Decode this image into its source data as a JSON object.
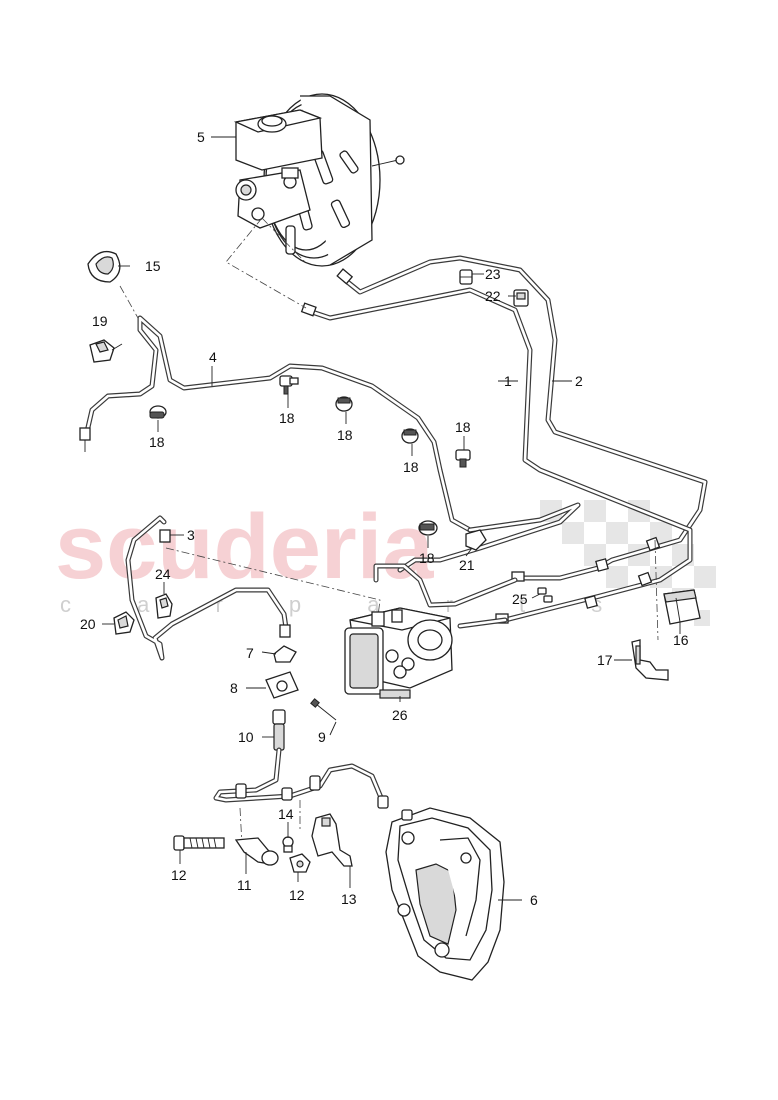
{
  "watermark": {
    "brand": "scuderia",
    "sub": "c a r   p a r t s"
  },
  "callouts": {
    "c1": "1",
    "c2": "2",
    "c3": "3",
    "c4": "4",
    "c5": "5",
    "c6": "6",
    "c7": "7",
    "c8": "8",
    "c9": "9",
    "c10": "10",
    "c11": "11",
    "c12a": "12",
    "c12b": "12",
    "c13": "13",
    "c14": "14",
    "c15": "15",
    "c16": "16",
    "c17": "17",
    "c18a": "18",
    "c18b": "18",
    "c18c": "18",
    "c18d": "18",
    "c18e": "18",
    "c18f": "18",
    "c19": "19",
    "c20": "20",
    "c21": "21",
    "c22": "22",
    "c23": "23",
    "c24": "24",
    "c25": "25",
    "c26": "26"
  },
  "colors": {
    "watermark_red": "#f4c2c6",
    "watermark_grey": "#cfcfcf",
    "line": "#222222"
  }
}
